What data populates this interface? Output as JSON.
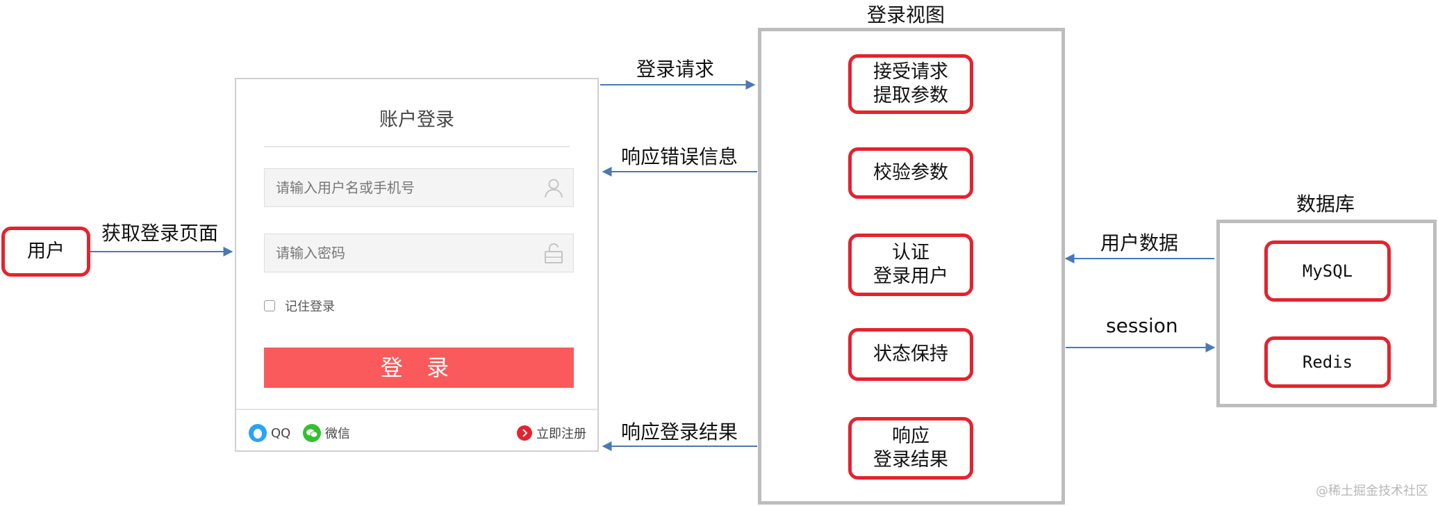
{
  "user_node": "用户",
  "get_login_page_label": "获取登录页面",
  "login_form": {
    "title": "账户登录",
    "username_placeholder": "请输入用户名或手机号",
    "password_placeholder": "请输入密码",
    "remember_label": "记住登录",
    "login_button": "登 录",
    "qq_label": "QQ",
    "wechat_label": "微信",
    "register_label": "立即注册"
  },
  "arrows": {
    "login_request": "登录请求",
    "error_response": "响应错误信息",
    "login_result_response": "响应登录结果",
    "user_data": "用户数据",
    "session": "session"
  },
  "login_view": {
    "title": "登录视图",
    "steps": [
      "接受请求\n提取参数",
      "校验参数",
      "认证\n登录用户",
      "状态保持",
      "响应\n登录结果"
    ]
  },
  "database": {
    "title": "数据库",
    "items": [
      "MySQL",
      "Redis"
    ]
  },
  "watermark": "@稀土掘金技术社区",
  "colors": {
    "box_border": "#e4232e",
    "arrow": "#4a78b5",
    "container": "#bdbdbd",
    "login_button": "#fb5a5c"
  }
}
